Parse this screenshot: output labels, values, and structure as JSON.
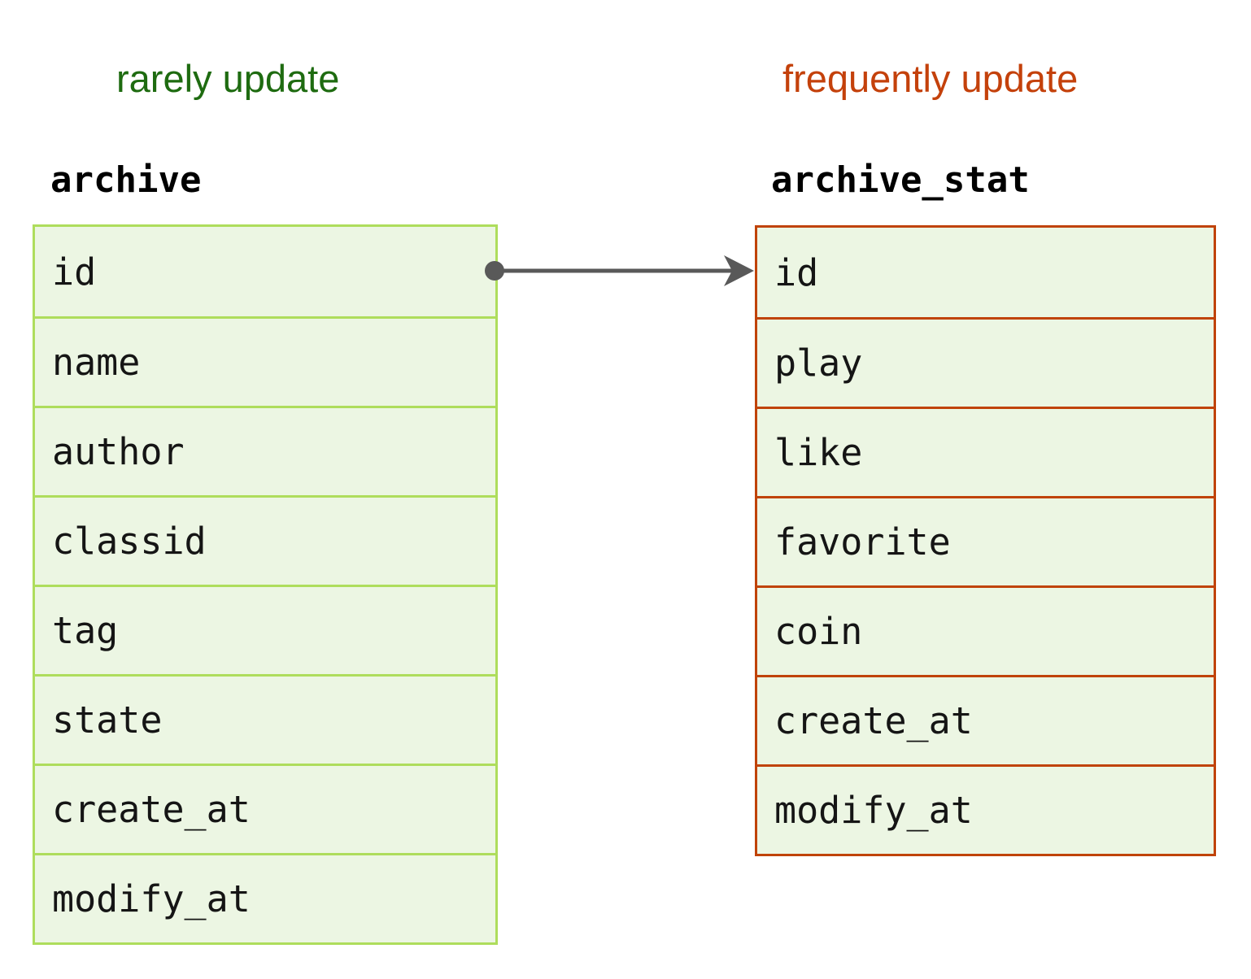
{
  "diagram": {
    "type": "entity-relationship",
    "background": "#ffffff",
    "captions": {
      "left": {
        "text": "rarely update",
        "color": "#1e6b10"
      },
      "right": {
        "text": "frequently update",
        "color": "#c4410b"
      }
    },
    "tables": [
      {
        "name": "archive",
        "accent": "#aedd5c",
        "fill": "#ecf6e3",
        "columns": [
          "id",
          "name",
          "author",
          "classid",
          "tag",
          "state",
          "create_at",
          "modify_at"
        ]
      },
      {
        "name": "archive_stat",
        "accent": "#c04309",
        "fill": "#ecf6e3",
        "columns": [
          "id",
          "play",
          "like",
          "favorite",
          "coin",
          "create_at",
          "modify_at"
        ]
      }
    ],
    "relationship": {
      "from": "archive.id",
      "to": "archive_stat.id",
      "color": "#595959",
      "source_marker": "circle",
      "target_marker": "arrow"
    }
  }
}
